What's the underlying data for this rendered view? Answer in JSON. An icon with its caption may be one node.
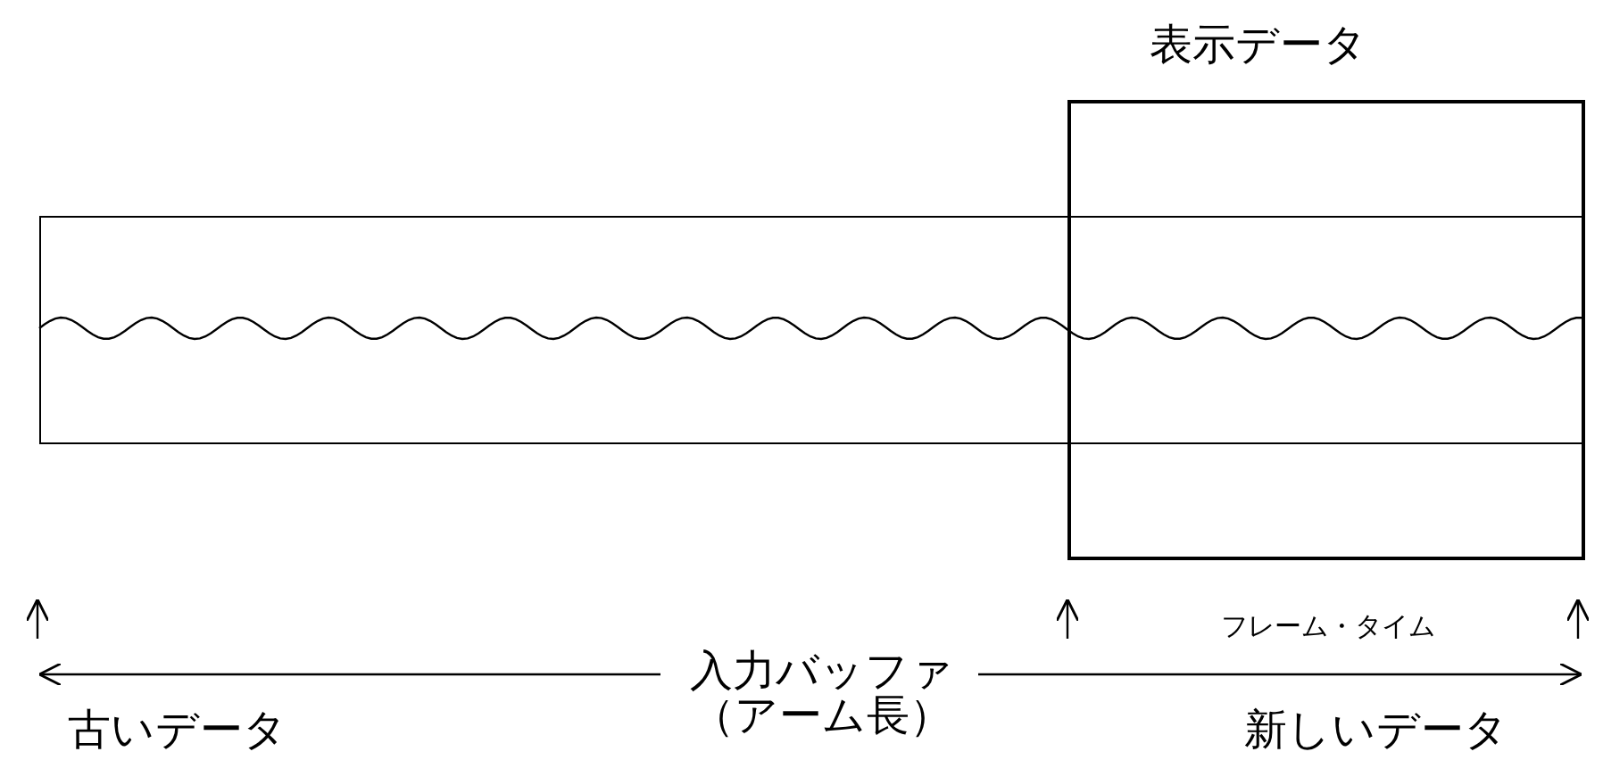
{
  "diagram": {
    "nodes": [
      {
        "text": [],
        "shape": "box"
      },
      {
        "text": [
          "表示データ"
        ]
      }
    ],
    "edges": [],
    "labels": [
      "フレーム・タイム",
      "入力バッファ（アーム長）",
      "古いデータ",
      "新しいデータ"
    ]
  }
}
